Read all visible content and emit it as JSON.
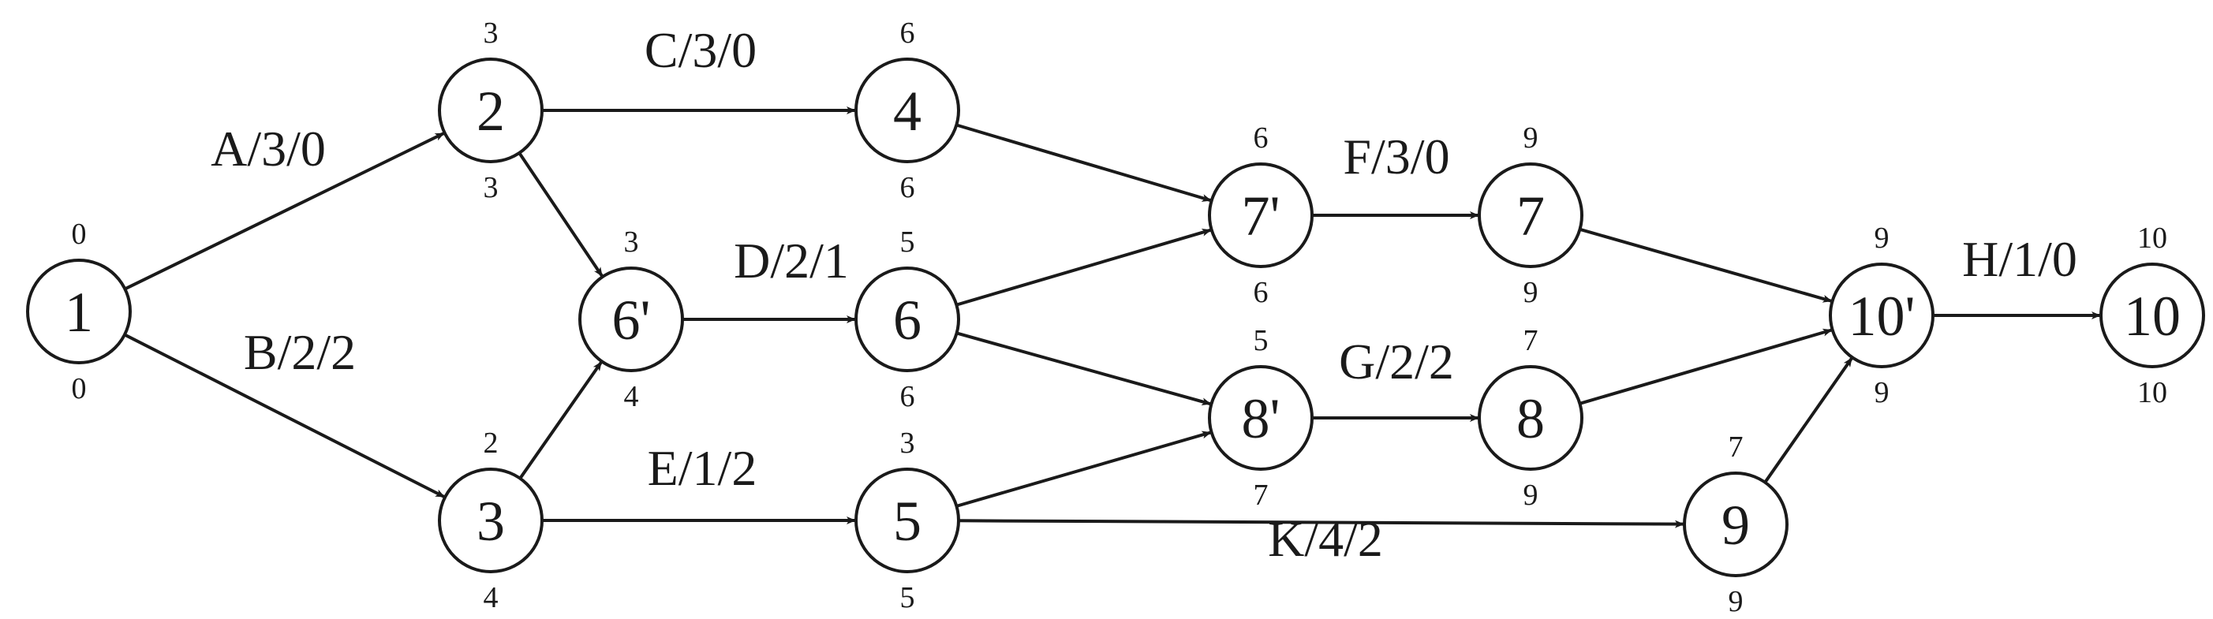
{
  "nodes": [
    {
      "id": "n1",
      "label": "1",
      "top": "0",
      "bottom": "0"
    },
    {
      "id": "n2",
      "label": "2",
      "top": "3",
      "bottom": "3"
    },
    {
      "id": "n3",
      "label": "3",
      "top": "2",
      "bottom": "4"
    },
    {
      "id": "n6p",
      "label": "6'",
      "top": "3",
      "bottom": "4"
    },
    {
      "id": "n4",
      "label": "4",
      "top": "6",
      "bottom": "6"
    },
    {
      "id": "n6",
      "label": "6",
      "top": "5",
      "bottom": "6"
    },
    {
      "id": "n5",
      "label": "5",
      "top": "3",
      "bottom": "5"
    },
    {
      "id": "n7p",
      "label": "7'",
      "top": "6",
      "bottom": "6"
    },
    {
      "id": "n8p",
      "label": "8'",
      "top": "5",
      "bottom": "7"
    },
    {
      "id": "n7",
      "label": "7",
      "top": "9",
      "bottom": "9"
    },
    {
      "id": "n8",
      "label": "8",
      "top": "7",
      "bottom": "9"
    },
    {
      "id": "n9",
      "label": "9",
      "top": "7",
      "bottom": "9"
    },
    {
      "id": "n10p",
      "label": "10'",
      "top": "9",
      "bottom": "9"
    },
    {
      "id": "n10",
      "label": "10",
      "top": "10",
      "bottom": "10"
    }
  ],
  "edges": [
    {
      "from": "n1",
      "to": "n2",
      "label": "A/3/0"
    },
    {
      "from": "n1",
      "to": "n3",
      "label": "B/2/2"
    },
    {
      "from": "n2",
      "to": "n4",
      "label": "C/3/0"
    },
    {
      "from": "n2",
      "to": "n6p",
      "label": ""
    },
    {
      "from": "n3",
      "to": "n6p",
      "label": ""
    },
    {
      "from": "n6p",
      "to": "n6",
      "label": "D/2/1"
    },
    {
      "from": "n3",
      "to": "n5",
      "label": "E/1/2"
    },
    {
      "from": "n4",
      "to": "n7p",
      "label": ""
    },
    {
      "from": "n6",
      "to": "n7p",
      "label": ""
    },
    {
      "from": "n6",
      "to": "n8p",
      "label": ""
    },
    {
      "from": "n5",
      "to": "n8p",
      "label": ""
    },
    {
      "from": "n7p",
      "to": "n7",
      "label": "F/3/0"
    },
    {
      "from": "n8p",
      "to": "n8",
      "label": "G/2/2"
    },
    {
      "from": "n5",
      "to": "n9",
      "label": "K/4/2"
    },
    {
      "from": "n7",
      "to": "n10p",
      "label": ""
    },
    {
      "from": "n8",
      "to": "n10p",
      "label": ""
    },
    {
      "from": "n9",
      "to": "n10p",
      "label": ""
    },
    {
      "from": "n10p",
      "to": "n10",
      "label": "H/1/0"
    }
  ]
}
